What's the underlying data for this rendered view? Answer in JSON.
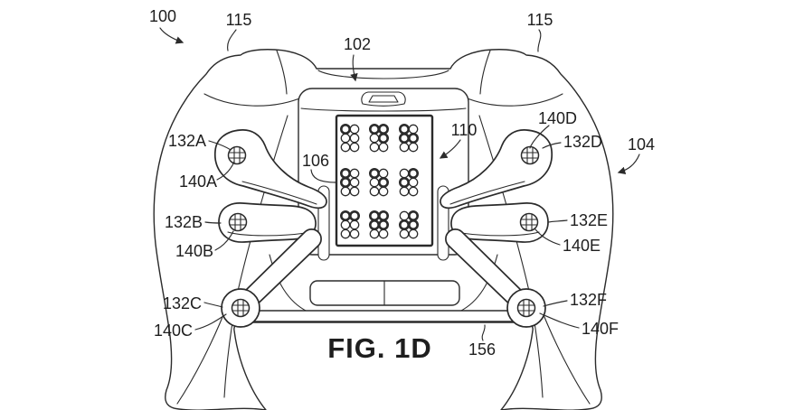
{
  "figure": {
    "caption": "FIG. 1D",
    "description_labels": "patent reference numerals"
  },
  "labels": {
    "ref100": "100",
    "ref115_left": "115",
    "ref102": "102",
    "ref115_right": "115",
    "ref132A": "132A",
    "ref140A": "140A",
    "ref132B": "132B",
    "ref140B": "140B",
    "ref132C": "132C",
    "ref140C": "140C",
    "ref140D": "140D",
    "ref132D": "132D",
    "ref104": "104",
    "ref132E": "132E",
    "ref140E": "140E",
    "ref132F": "132F",
    "ref140F": "140F",
    "ref106": "106",
    "ref110": "110",
    "ref156": "156"
  },
  "braille_display": {
    "rows": [
      [
        [
          [
            1,
            0
          ],
          [
            0,
            0
          ],
          [
            0,
            0
          ]
        ],
        [
          [
            1,
            1
          ],
          [
            0,
            1
          ],
          [
            0,
            0
          ]
        ],
        [
          [
            1,
            0
          ],
          [
            1,
            1
          ],
          [
            0,
            0
          ]
        ]
      ],
      [
        [
          [
            1,
            0
          ],
          [
            1,
            0
          ],
          [
            0,
            0
          ]
        ],
        [
          [
            1,
            0
          ],
          [
            0,
            1
          ],
          [
            0,
            0
          ]
        ],
        [
          [
            0,
            1
          ],
          [
            1,
            0
          ],
          [
            0,
            0
          ]
        ]
      ],
      [
        [
          [
            1,
            1
          ],
          [
            0,
            0
          ],
          [
            0,
            0
          ]
        ],
        [
          [
            1,
            1
          ],
          [
            1,
            1
          ],
          [
            0,
            0
          ]
        ],
        [
          [
            0,
            1
          ],
          [
            1,
            1
          ],
          [
            0,
            0
          ]
        ]
      ]
    ]
  },
  "colors": {
    "line": "#2b2b2b",
    "text": "#1e1e1e",
    "background": "#ffffff"
  }
}
